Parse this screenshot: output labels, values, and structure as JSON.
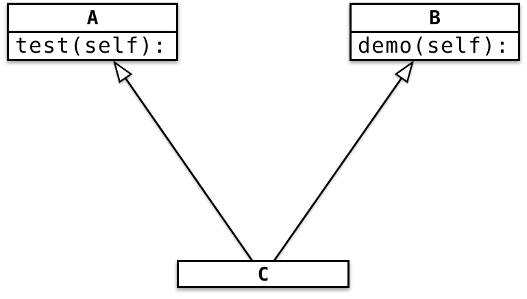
{
  "diagram": {
    "type": "uml-class-diagram",
    "classes": [
      {
        "name": "A",
        "method": "test(self):"
      },
      {
        "name": "B",
        "method": "demo(self):"
      },
      {
        "name": "C"
      }
    ],
    "relations": [
      {
        "from": "C",
        "to": "A",
        "type": "inheritance"
      },
      {
        "from": "C",
        "to": "B",
        "type": "inheritance"
      }
    ],
    "colors": {
      "stroke": "#000000",
      "box_fill": "#ffffff",
      "background": "#ffffff"
    }
  }
}
